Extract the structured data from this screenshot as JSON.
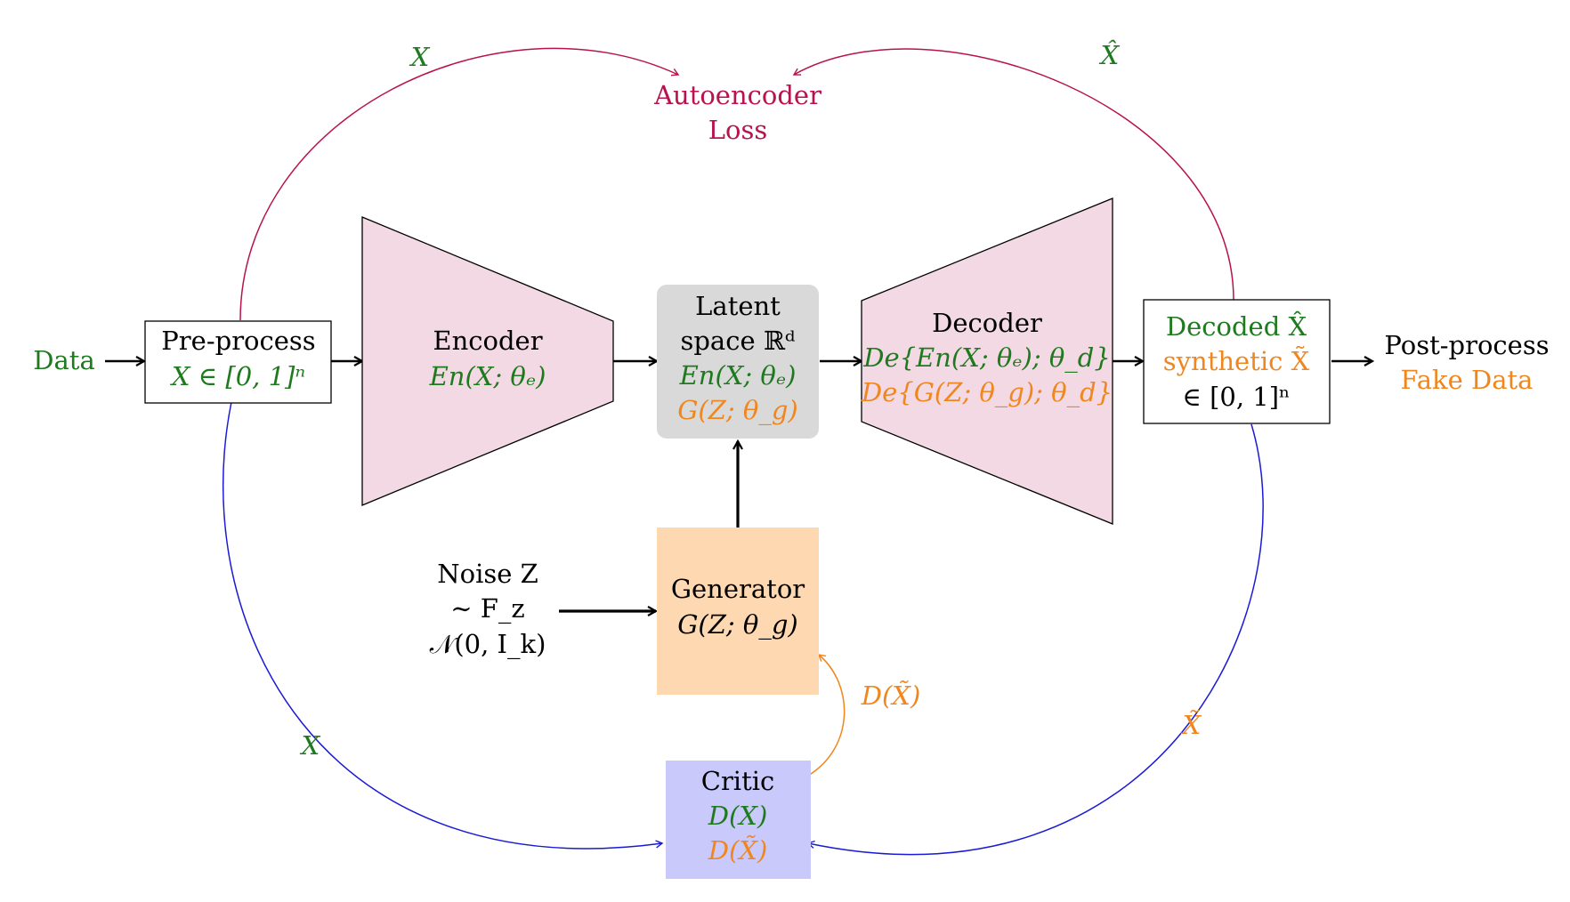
{
  "colors": {
    "green": "#1f7a1f",
    "orange": "#f0861e",
    "crimson": "#b8124f",
    "blue": "#1a1ad6",
    "black": "#000000",
    "encoder_fill": "#f3d9e3",
    "latent_fill": "#d9d9d9",
    "generator_fill": "#fed8b1",
    "critic_fill": "#c9c9fb"
  },
  "input": {
    "data_label": "Data"
  },
  "preprocess": {
    "title": "Pre-process",
    "formula": "X ∈ [0, 1]ⁿ"
  },
  "encoder": {
    "title": "Encoder",
    "formula": "En(X; θₑ)"
  },
  "latent": {
    "line1": "Latent",
    "line2": "space ℝᵈ",
    "formula_real": "En(X; θₑ)",
    "formula_fake": "G(Z; θ_g)"
  },
  "decoder": {
    "title": "Decoder",
    "formula_real": "De{En(X; θₑ); θ_d}",
    "formula_fake": "De{G(Z; θ_g); θ_d}"
  },
  "decoded": {
    "line1": "Decoded X̂",
    "line2": "synthetic X̃",
    "line3": "∈ [0, 1]ⁿ"
  },
  "postprocess": {
    "line1": "Post-process",
    "line2": "Fake Data"
  },
  "ae_loss": {
    "line1": "Autoencoder",
    "line2": "Loss",
    "arc_left_label": "X",
    "arc_right_label": "X̂"
  },
  "noise": {
    "line1": "Noise Z",
    "line2": "∼ F_z",
    "line3": "𝒩(0, I_k)"
  },
  "generator": {
    "title": "Generator",
    "formula": "G(Z; θ_g)"
  },
  "critic": {
    "title": "Critic",
    "out_real": "D(X)",
    "out_fake": "D(X̃)",
    "feedback_label": "D(X̃)",
    "arc_left_label": "X",
    "arc_right_label": "X̃"
  }
}
